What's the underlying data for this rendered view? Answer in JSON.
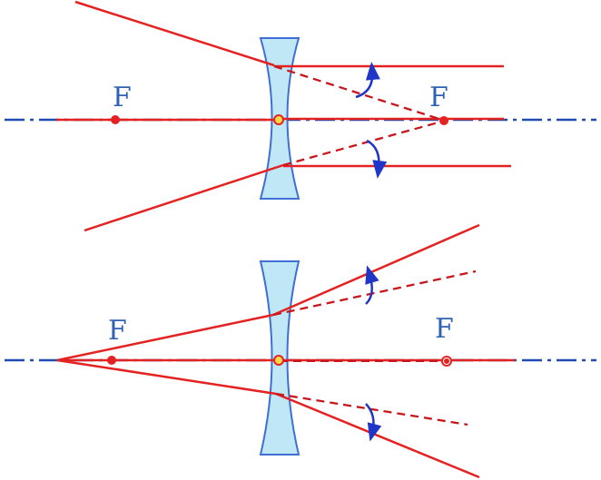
{
  "labels": {
    "top_left_focus": "F",
    "top_right_focus": "F",
    "bottom_left_focus": "F",
    "bottom_right_focus": "F"
  },
  "colors": {
    "axis": "#1f4bb3",
    "ray": "#e52222",
    "dashed_ray": "#c8171c",
    "lens_fill": "#bfe7f6",
    "lens_stroke": "#3f6fd4",
    "focus_text": "#2f62b5",
    "focus_dot": "#e52222",
    "center_dot": "#ffd84a",
    "angle_arrow": "#1f36c7"
  }
}
